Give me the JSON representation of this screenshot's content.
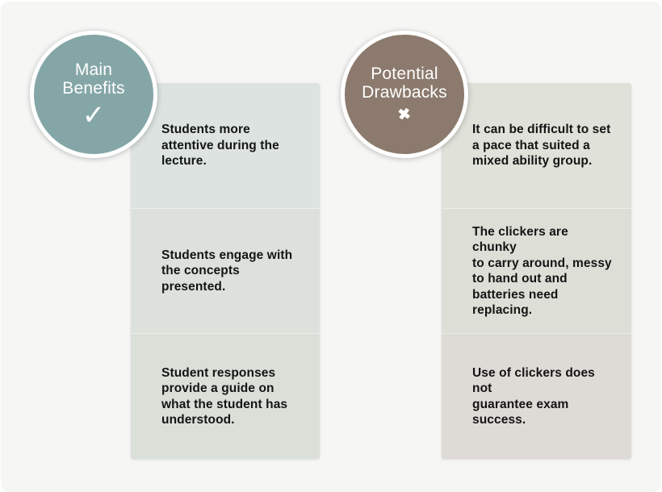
{
  "benefits": {
    "title": "Main\nBenefits",
    "icon": "check-icon",
    "icon_glyph": "✓",
    "circle_color": "#85a6a7",
    "row_colors": [
      "#dce3e1",
      "#dce2db",
      "#dae0d8"
    ],
    "items": [
      "Students more\nattentive during the\nlecture.",
      "Students engage with\nthe concepts\npresented.",
      "Student responses\nprovide a guide on\nwhat the student has\nunderstood."
    ]
  },
  "drawbacks": {
    "title": "Potential\nDrawbacks",
    "icon": "cross-icon",
    "icon_glyph": "✖",
    "circle_color": "#8b7a6d",
    "row_colors": [
      "#e0e1d9",
      "#dddfd7",
      "#dedad5"
    ],
    "items": [
      "It can be difficult to set\na pace that suited a\nmixed ability group.",
      "The clickers are chunky\nto carry around, messy\nto hand out and\nbatteries need\nreplacing.",
      "Use of clickers does not\nguarantee exam\nsuccess."
    ]
  },
  "background_color": "#f6f6f5",
  "text_color": "#141414"
}
